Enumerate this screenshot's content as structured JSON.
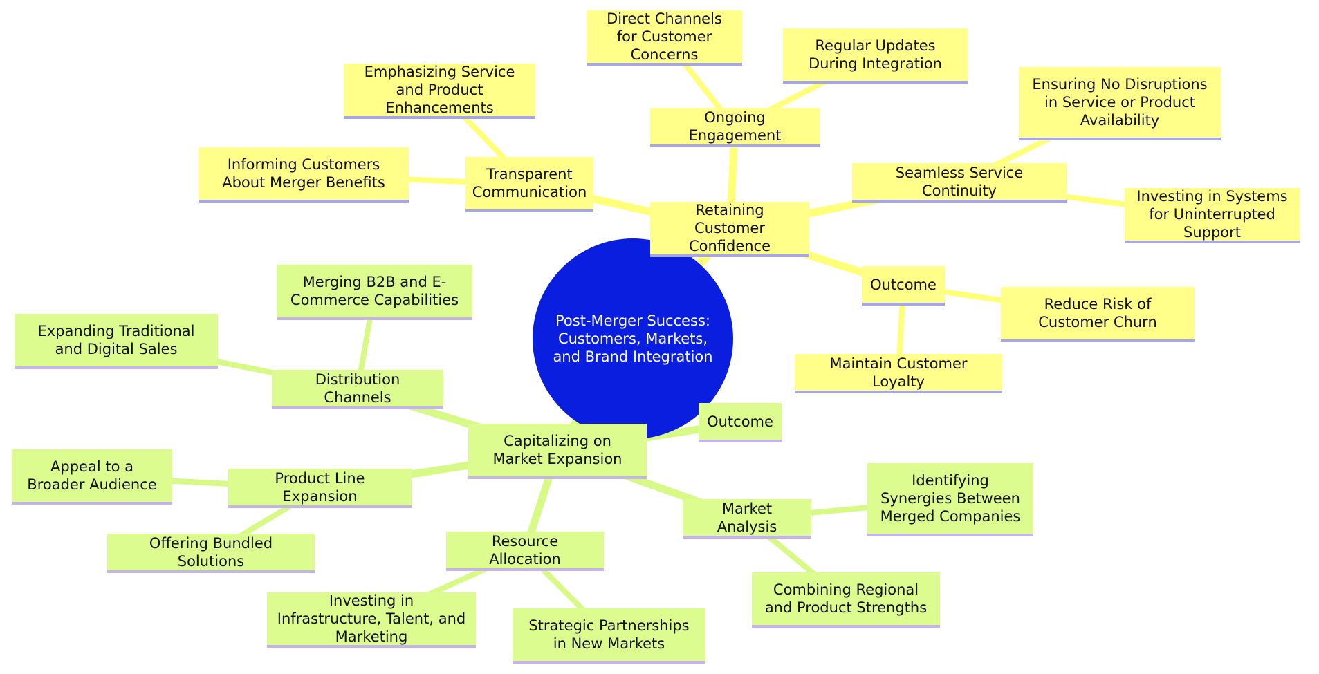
{
  "colors": {
    "root_fill": "#0a1ee0",
    "customer_branch_fill": "#ffff8a",
    "customer_branch_edge": "#ffff78",
    "market_branch_fill": "#ddfc8f",
    "market_branch_edge": "#d7fa86"
  },
  "root": {
    "label": "Post-Merger Success: Customers, Markets, and Brand Integration"
  },
  "customer_confidence": {
    "label": "Retaining Customer Confidence",
    "transparent_communication": {
      "label": "Transparent Communication",
      "children": [
        "Informing Customers About Merger Benefits",
        "Emphasizing Service and Product Enhancements"
      ]
    },
    "ongoing_engagement": {
      "label": "Ongoing Engagement",
      "children": [
        "Direct Channels for Customer Concerns",
        "Regular Updates During Integration"
      ]
    },
    "seamless_service": {
      "label": "Seamless Service Continuity",
      "children": [
        "Ensuring No Disruptions in Service or Product Availability",
        "Investing in Systems for Uninterrupted Support"
      ]
    },
    "outcome": {
      "label": "Outcome",
      "children": [
        "Reduce Risk of Customer Churn",
        "Maintain Customer Loyalty"
      ]
    }
  },
  "market_expansion": {
    "label": "Capitalizing on Market Expansion",
    "distribution_channels": {
      "label": "Distribution Channels",
      "children": [
        "Merging B2B and E-Commerce Capabilities",
        "Expanding Traditional and Digital Sales"
      ]
    },
    "product_line": {
      "label": "Product Line Expansion",
      "children": [
        "Appeal to a Broader Audience",
        "Offering Bundled Solutions"
      ]
    },
    "resource_allocation": {
      "label": "Resource Allocation",
      "children": [
        "Investing in Infrastructure, Talent, and Marketing",
        "Strategic Partnerships in New Markets"
      ]
    },
    "market_analysis": {
      "label": "Market Analysis",
      "children": [
        "Identifying Synergies Between Merged Companies",
        "Combining Regional and Product Strengths"
      ]
    },
    "outcome": {
      "label": "Outcome"
    }
  }
}
